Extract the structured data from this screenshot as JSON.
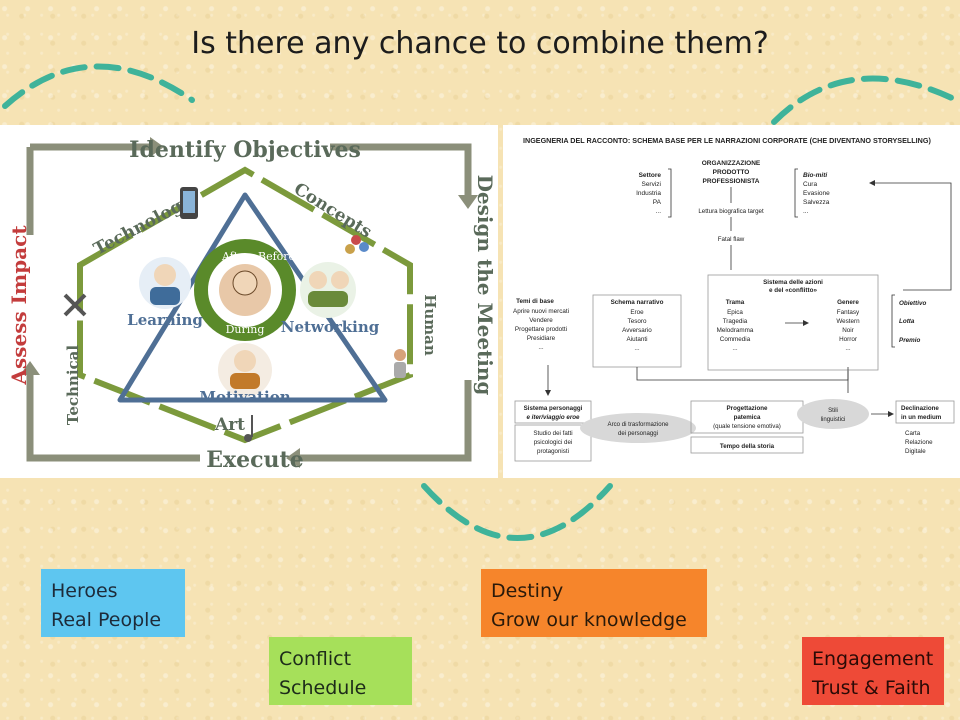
{
  "title": "Is there any chance to combine them?",
  "left_diagram": {
    "top": "Identify Objectives",
    "right": "Design the Meeting",
    "bottom": "Execute",
    "left": "Assess Impact",
    "sides": [
      "Technology",
      "Concepts",
      "Human",
      "Art",
      "Technical"
    ],
    "nodes": [
      "Learning",
      "Networking",
      "Motivation"
    ],
    "center": [
      "After",
      "Before",
      "During"
    ]
  },
  "right_diagram": {
    "header": "INGEGNERIA DEL RACCONTO: SCHEMA BASE PER LE NARRAZIONI CORPORATE (CHE DIVENTANO STORYSELLING)",
    "settore": [
      "Settore",
      "Servizi",
      "Industria",
      "PA",
      "..."
    ],
    "org": [
      "ORGANIZZAZIONE",
      "PRODOTTO",
      "PROFESSIONISTA"
    ],
    "lettura": "Lettura biografica target",
    "biomiti": [
      "Bio-miti",
      "Cura",
      "Evasione",
      "Salvezza",
      "..."
    ],
    "fatal": "Fatal flaw",
    "sistema_azioni": [
      "Sistema delle azioni",
      "e del «conflitto»"
    ],
    "temi": [
      "Temi di base",
      "Aprire nuovi mercati",
      "Vendere",
      "Progettare prodotti",
      "Presidiare",
      "..."
    ],
    "schema": [
      "Schema narrativo",
      "Eroe",
      "Tesoro",
      "Avversario",
      "Aiutanti",
      "..."
    ],
    "trama": [
      "Trama",
      "Epica",
      "Tragedia",
      "Melodramma",
      "Commedia",
      "..."
    ],
    "genere": [
      "Genere",
      "Fantasy",
      "Western",
      "Noir",
      "Horror",
      "..."
    ],
    "obiettivo": [
      "Obiettivo",
      "Lotta",
      "Premio"
    ],
    "personaggi": [
      "Sistema personaggi",
      "e iter/viaggio eroe"
    ],
    "studio": [
      "Studio dei fatti",
      "psicologici dei",
      "protagonisti"
    ],
    "arco": [
      "Arco di trasformazione",
      "dei personaggi"
    ],
    "progettazione": [
      "Progettazione",
      "patemica",
      "(quale tensione emotiva)"
    ],
    "stili": [
      "Stili",
      "linguistici"
    ],
    "tempo": "Tempo della storia",
    "declinazione": [
      "Declinazione",
      "in un medium"
    ],
    "media": [
      "Carta",
      "Relazione",
      "Digitale"
    ]
  },
  "boxes": {
    "heroes": [
      "Heroes",
      "Real People"
    ],
    "conflict": [
      "Conflict",
      "Schedule"
    ],
    "destiny": [
      "Destiny",
      "Grow our knowledge"
    ],
    "engagement": [
      "Engagement",
      "Trust & Faith"
    ]
  },
  "colors": {
    "arc": "#3fb39a",
    "heroes": "#5ec6f0",
    "conflict": "#a6e05a",
    "destiny": "#f6852b",
    "engagement": "#ee4a37"
  }
}
